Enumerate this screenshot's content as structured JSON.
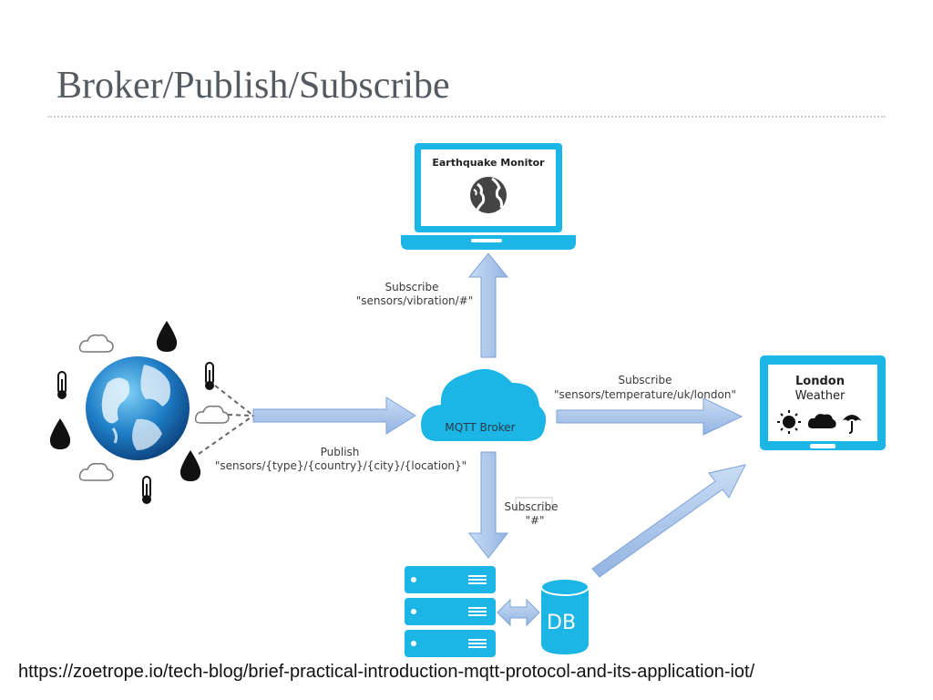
{
  "slide": {
    "title": "Broker/Publish/Subscribe",
    "source_url": "https://zoetrope.io/tech-blog/brief-practical-introduction-mqtt-protocol-and-its-application-iot/"
  },
  "diagram": {
    "earthquake_monitor": {
      "label": "Earthquake Monitor",
      "icon": "globe-icon"
    },
    "subscribe_vibration": {
      "line1": "Subscribe",
      "line2": "\"sensors/vibration/#\""
    },
    "broker": {
      "label": "MQTT Broker",
      "icon": "cloud-icon"
    },
    "subscribe_temperature": {
      "line1": "Subscribe",
      "line2": "\"sensors/temperature/uk/london\""
    },
    "london_weather": {
      "title": "London",
      "subtitle": "Weather",
      "icons": [
        "sun-icon",
        "cloud-icon",
        "umbrella-icon"
      ]
    },
    "publish": {
      "line1": "Publish",
      "line2": "\"sensors/{type}/{country}/{city}/{location}\""
    },
    "subscribe_all": {
      "line1": "Subscribe",
      "line2": "\"#\""
    },
    "database": {
      "label": "DB",
      "icon": "database-icon"
    },
    "server_icon": "server-stack-icon",
    "sensor_icons": [
      "cloud-icon",
      "water-drop-icon",
      "thermometer-icon"
    ]
  },
  "colors": {
    "accent_blue": "#1bb5e6",
    "arrow_fill": "#a9c6ec",
    "arrow_stroke": "#7ea3d6",
    "title_text": "#555a60"
  }
}
